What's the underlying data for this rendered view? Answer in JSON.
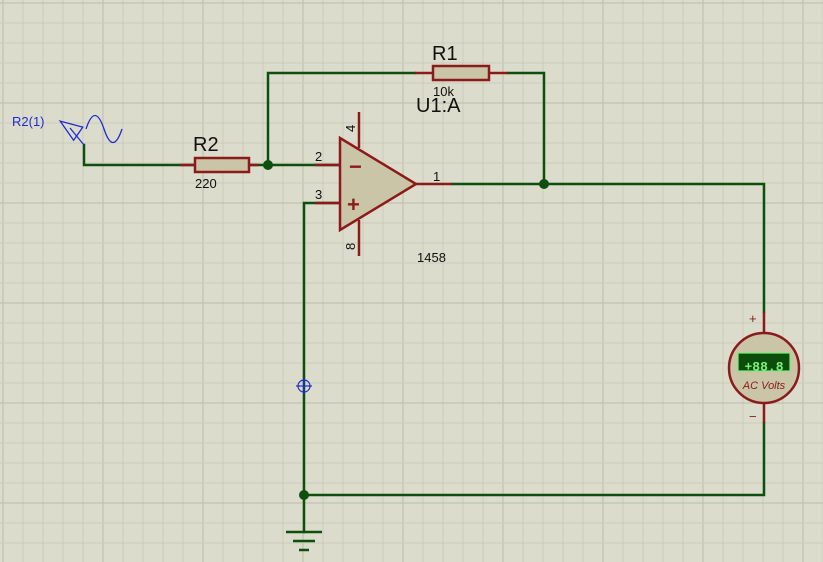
{
  "colors": {
    "background": "#dcdccc",
    "wire": "#0e4f0e",
    "component_outline": "#8b1a1a",
    "component_fill": "#c9c5a6",
    "generator_label": "#1f2bd1",
    "meter_display_bg": "#0c4d0c",
    "meter_display_text": "#7cf07c"
  },
  "generator": {
    "label": "R2(1)",
    "icon": "ac-sine-generator-icon"
  },
  "r1": {
    "name": "R1",
    "value": "10k"
  },
  "r2": {
    "name": "R2",
    "value": "220"
  },
  "opamp": {
    "name": "U1:A",
    "part": "1458",
    "pins": {
      "inv": "2",
      "noninv": "3",
      "out": "1",
      "vplus": "4",
      "vminus": "8"
    },
    "inv_symbol": "−",
    "noninv_symbol": "+"
  },
  "meter": {
    "display": "+88.8",
    "label": "AC Volts",
    "plus": "+",
    "minus": "−",
    "icon": "ac-voltmeter-icon"
  },
  "ground": {
    "icon": "ground-icon"
  },
  "marker": {
    "icon": "crosshair-marker-icon"
  }
}
